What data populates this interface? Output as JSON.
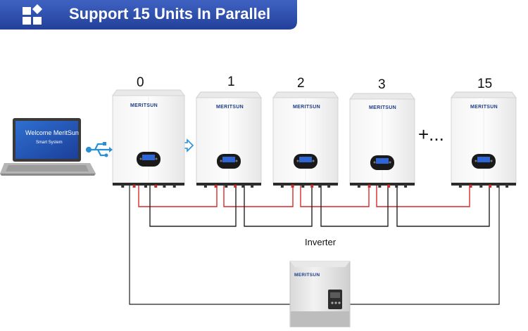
{
  "banner": {
    "title": "Support 15 Units In Parallel",
    "color": "#2d4da8"
  },
  "units": [
    {
      "label": "0",
      "brand": "MERITSUN"
    },
    {
      "label": "1",
      "brand": "MERITSUN"
    },
    {
      "label": "2",
      "brand": "MERITSUN"
    },
    {
      "label": "3",
      "brand": "MERITSUN"
    },
    {
      "label": "15",
      "brand": "MERITSUN"
    }
  ],
  "ellipsis": "+...",
  "laptop": {
    "title": "Welcome MeritSun",
    "subtitle": "Smart System"
  },
  "inverter": {
    "label": "Inverter",
    "brand": "MERITSUN"
  },
  "colors": {
    "positive_wire": "#d42a2a",
    "negative_wire": "#222222",
    "usb": "#2a8fd6",
    "arrow": "#2a8fd6"
  }
}
